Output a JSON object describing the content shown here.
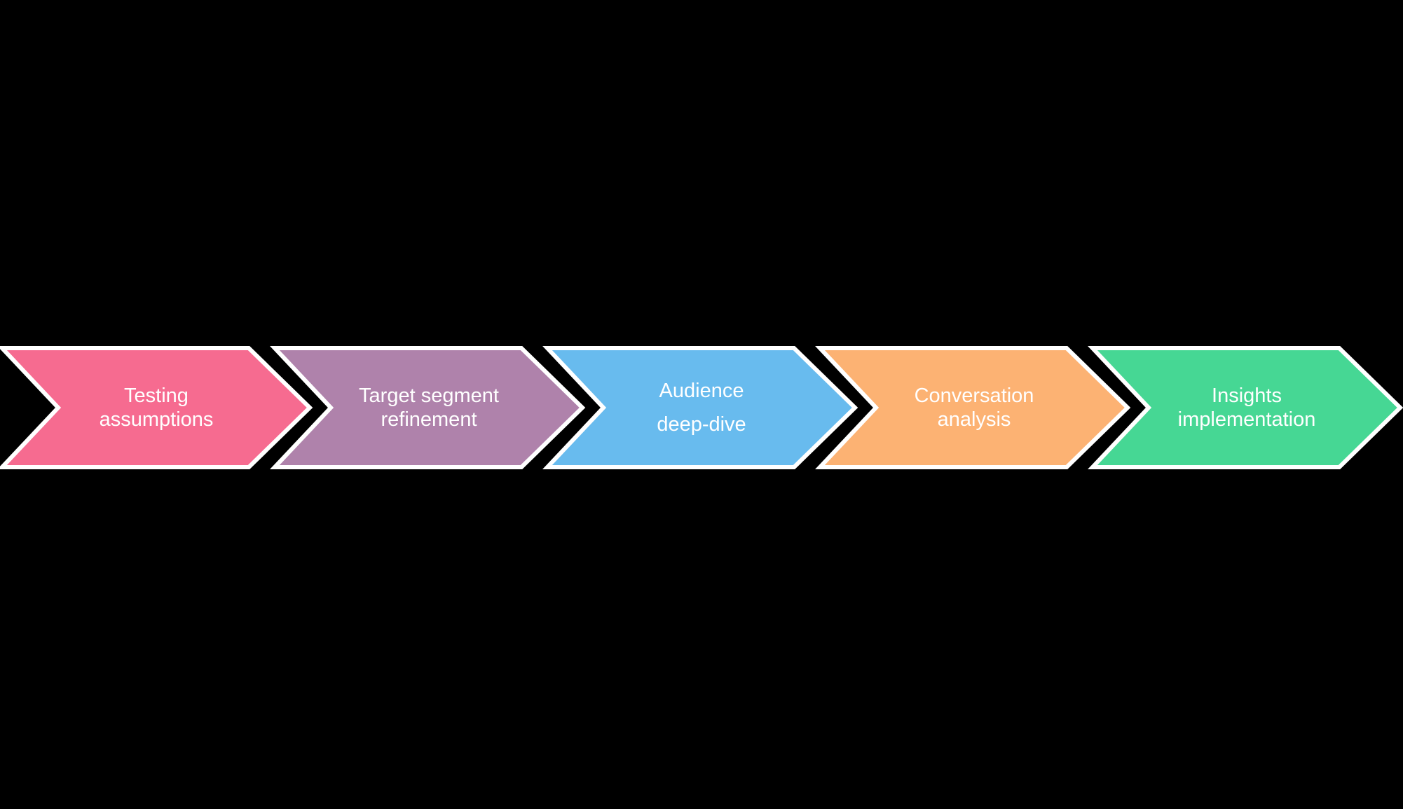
{
  "diagram": {
    "type": "process-flow-chevrons",
    "background_color": "#000000",
    "outline_color": "#FFFFFF",
    "text_color": "#FFFFFF",
    "steps": [
      {
        "label": "Testing\nassumptions",
        "color": "#F66B90"
      },
      {
        "label": "Target segment\nrefinement",
        "color": "#AF82AB"
      },
      {
        "label": "Audience\ndeep-dive",
        "color": "#68BBEE"
      },
      {
        "label": "Conversation\nanalysis",
        "color": "#FCB273"
      },
      {
        "label": "Insights\nimplementation",
        "color": "#46D794"
      }
    ]
  }
}
